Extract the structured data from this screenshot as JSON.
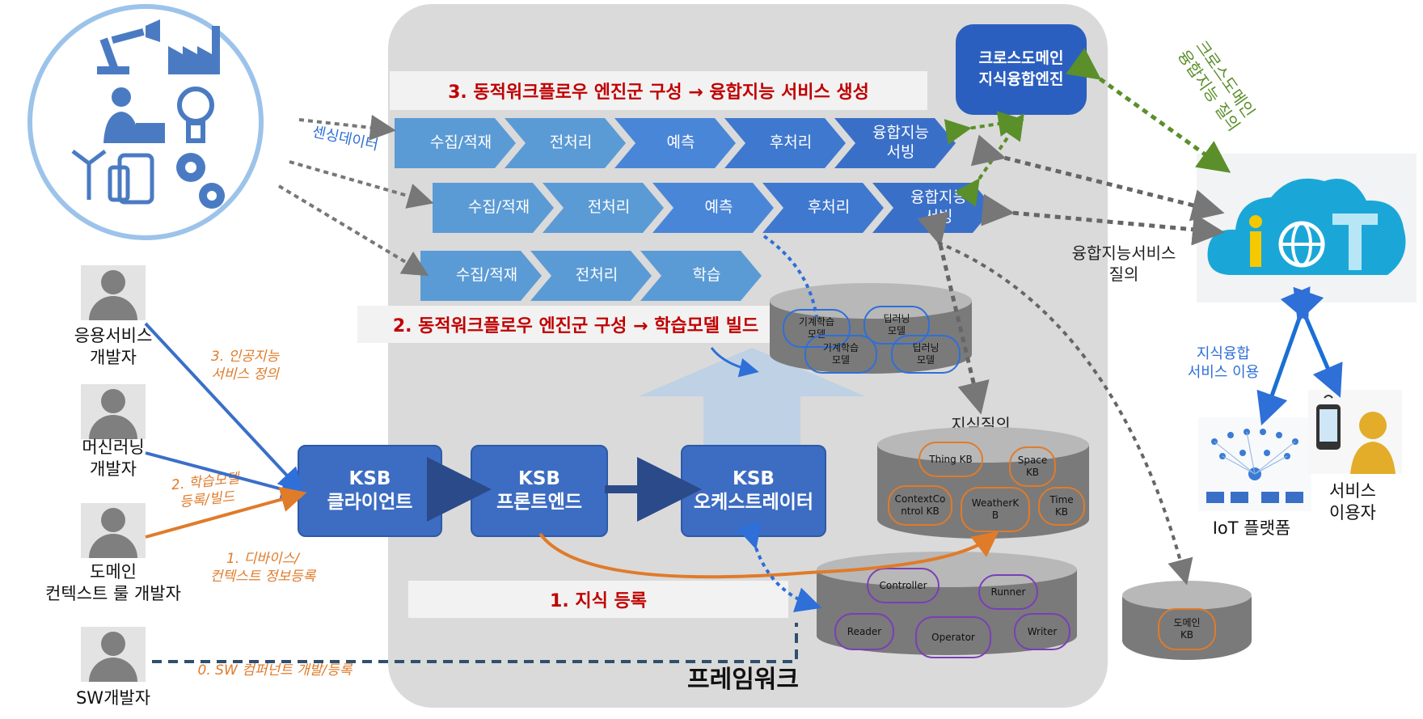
{
  "framework": {
    "label": "프레임워크"
  },
  "steps": {
    "step3": "3. 동적워크플로우 엔진군 구성 → 융합지능 서비스 생성",
    "step2": "2. 동적워크플로우 엔진군 구성 → 학습모델 빌드",
    "step1": "1. 지식 등록"
  },
  "pipelines": {
    "row1": [
      "수집/적재",
      "전처리",
      "예측",
      "후처리",
      "융합지능\n서빙"
    ],
    "row2": [
      "수집/적재",
      "전처리",
      "예측",
      "후처리",
      "융합지능\n서빙"
    ],
    "row3": [
      "수집/적재",
      "전처리",
      "학습"
    ]
  },
  "cross_engine": {
    "line1": "크로스도메인",
    "line2": "지식융합엔진"
  },
  "ksb": {
    "client": {
      "line1": "KSB",
      "line2": "클라이언트"
    },
    "frontend": {
      "line1": "KSB",
      "line2": "프론트엔드"
    },
    "orchestrator": {
      "line1": "KSB",
      "line2": "오케스트레이터"
    }
  },
  "model_db": {
    "items": [
      "기계학습\n모델",
      "딥러닝\n모델",
      "기계학습\n모델",
      "딥러닝\n모델"
    ]
  },
  "knowledge_db": {
    "title": "지식질의",
    "items": [
      "Thing KB",
      "Space\nKB",
      "ContextCo\nntrol KB",
      "WeatherK\nB",
      "Time\nKB"
    ]
  },
  "component_db": {
    "items": [
      "Controller",
      "Runner",
      "Reader",
      "Operator",
      "Writer"
    ]
  },
  "domain_db": {
    "item": "도메인\nKB"
  },
  "actors": {
    "app_dev": "응용서비스\n개발자",
    "ml_dev": "머신러닝\n개발자",
    "domain_dev": "도메인\n컨텍스트 룰 개발자",
    "sw_dev": "SW개발자",
    "service_user": "서비스\n이용자",
    "iot_platform": "IoT 플랫폼"
  },
  "notes": {
    "sensing": "센싱데이터",
    "ai_service_def": "3. 인공지능\n서비스 정의",
    "model_reg": "2. 학습모델\n등록/빌드",
    "device_reg": "1. 디바이스/\n컨텍스트 정보등록",
    "sw_reg": "0. SW 컴퍼넌트 개발/등록",
    "cross_query": "크로스도메인\n융합지능 질의",
    "fusion_query": "융합지능서비스\n질의",
    "knowledge_use": "지식융합\n서비스 이용"
  },
  "colors": {
    "chevron_light": "#5b9bd5",
    "chevron_mid": "#4a86d8",
    "chevron_dark": "#3a6fc8",
    "ksb_box": "#3d6dc2",
    "accent_red": "#c00000",
    "accent_orange": "#e07b2a",
    "accent_green": "#5a8f2a"
  }
}
